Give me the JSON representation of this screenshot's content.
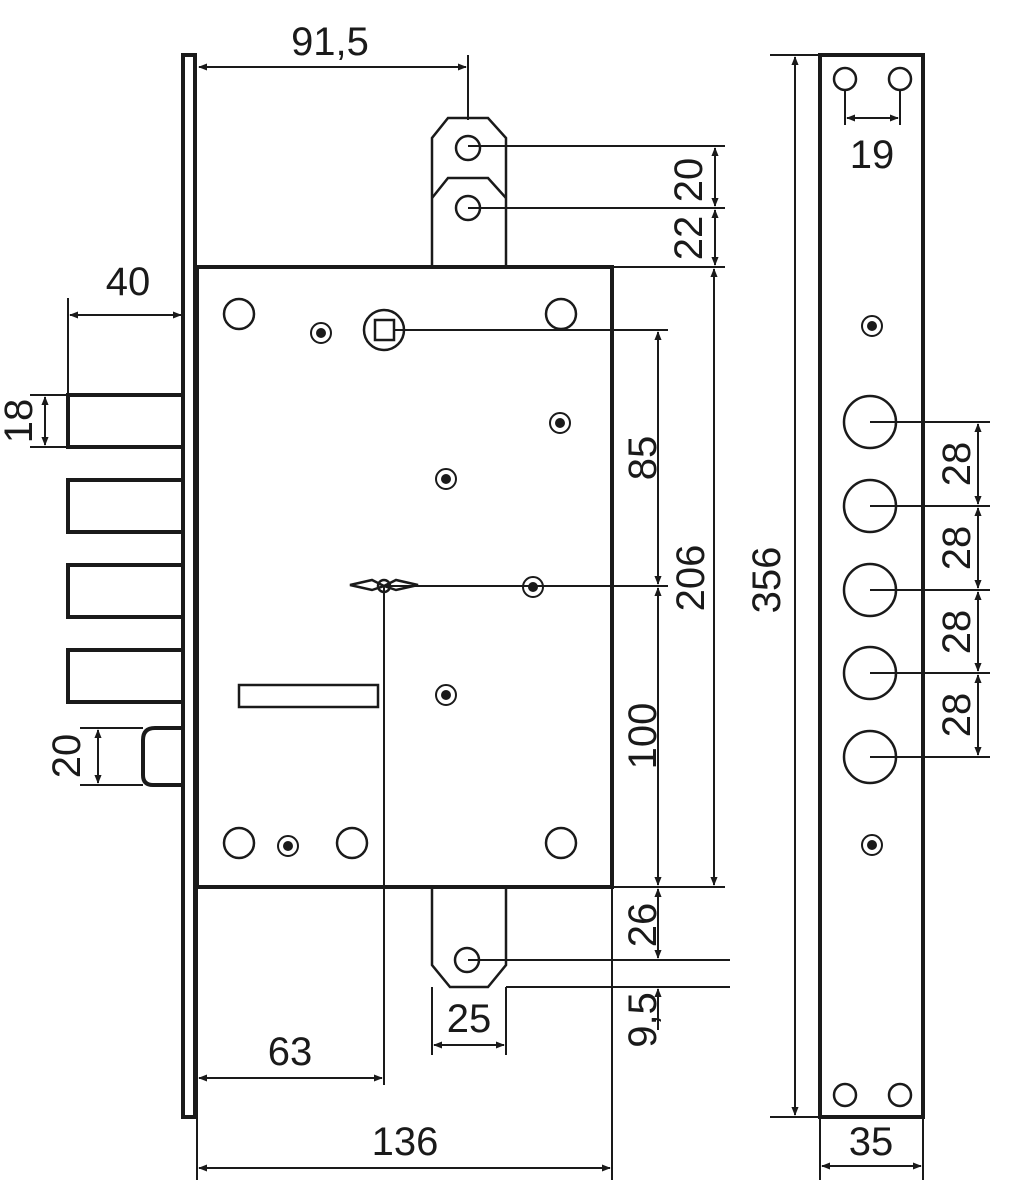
{
  "diagram": {
    "dimensions": {
      "d_91_5": "91,5",
      "d_20_top": "20",
      "d_22": "22",
      "d_40": "40",
      "d_18": "18",
      "d_20_latch": "20",
      "d_85": "85",
      "d_206": "206",
      "d_100": "100",
      "d_26": "26",
      "d_9_5": "9,5",
      "d_25": "25",
      "d_63": "63",
      "d_136": "136",
      "d_356": "356",
      "d_19": "19",
      "d_28_a": "28",
      "d_28_b": "28",
      "d_28_c": "28",
      "d_28_d": "28",
      "d_35": "35"
    },
    "colors": {
      "line": "#1a1a1a",
      "background": "#ffffff"
    }
  }
}
